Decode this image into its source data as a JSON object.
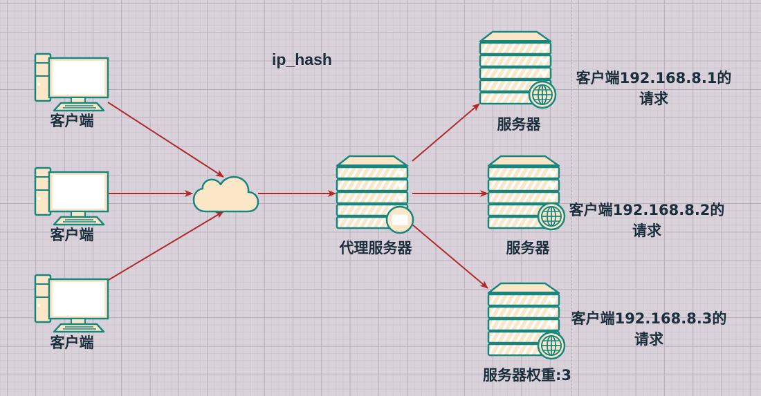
{
  "diagram": {
    "title": "ip_hash",
    "colors": {
      "background": "#dad2da",
      "icon_fill": "#fbe6c8",
      "icon_stroke": "#16877f",
      "arrow": "#b02a2a",
      "text": "#1b2e3c"
    },
    "clients": [
      {
        "id": "client-1",
        "label": "客户端"
      },
      {
        "id": "client-2",
        "label": "客户端"
      },
      {
        "id": "client-3",
        "label": "客户端"
      }
    ],
    "cloud": {
      "id": "internet-cloud",
      "label": ""
    },
    "proxy": {
      "id": "proxy-server",
      "label": "代理服务器"
    },
    "servers": [
      {
        "id": "server-1",
        "label": "服务器",
        "note": [
          "客户端192.168.8.1的",
          "请求"
        ]
      },
      {
        "id": "server-2",
        "label": "服务器",
        "note": [
          "客户端192.168.8.2的",
          "请求"
        ]
      },
      {
        "id": "server-3",
        "label": "服务器权重:3",
        "note": [
          "客户端192.168.8.3的",
          "请求"
        ]
      }
    ],
    "edges": [
      {
        "from": "client-1",
        "to": "internet-cloud"
      },
      {
        "from": "client-2",
        "to": "internet-cloud"
      },
      {
        "from": "client-3",
        "to": "internet-cloud"
      },
      {
        "from": "internet-cloud",
        "to": "proxy-server"
      },
      {
        "from": "proxy-server",
        "to": "server-1"
      },
      {
        "from": "proxy-server",
        "to": "server-2"
      },
      {
        "from": "proxy-server",
        "to": "server-3"
      }
    ]
  }
}
